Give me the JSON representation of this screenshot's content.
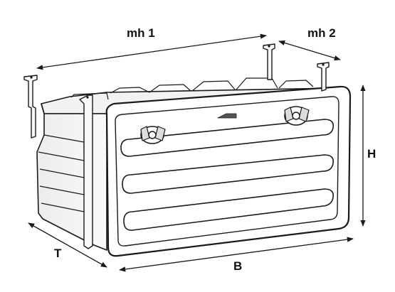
{
  "labels": {
    "mh1": "mh 1",
    "mh2": "mh 2",
    "h": "H",
    "t": "T",
    "b": "B"
  },
  "colors": {
    "stroke": "#1a1a1a",
    "body_fill": "#f4f4f4",
    "front_fill": "#ffffff",
    "shadow_fill": "#d9d9d9",
    "background": "#ffffff"
  },
  "icons": [
    "toolbox-icon",
    "lock-icon",
    "mounting-bracket-icon",
    "dimension-arrow-icon"
  ]
}
